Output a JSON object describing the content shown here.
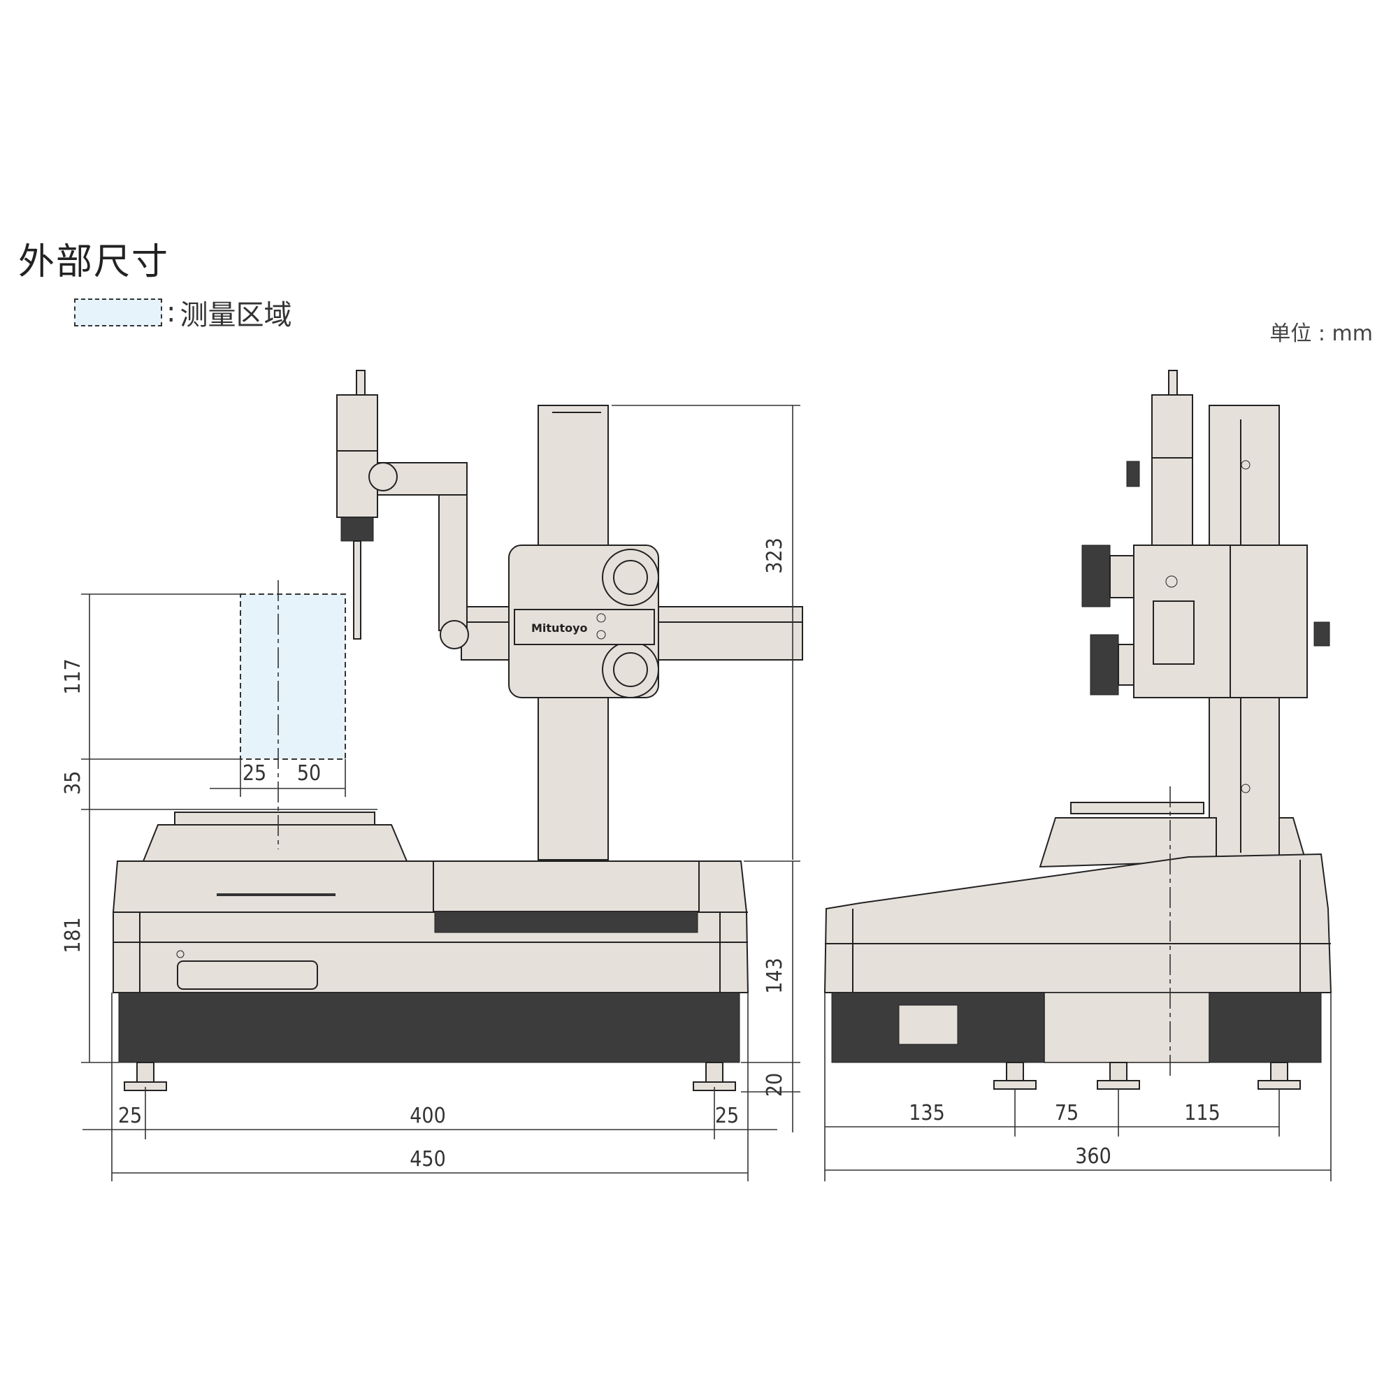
{
  "title": "外部尺寸",
  "legend": {
    "separator": ":",
    "label": "测量区域"
  },
  "unit_label": "单位 : mm",
  "colors": {
    "body": "#e6e0db",
    "measure_area": "#e6f3fa",
    "line": "#222222"
  },
  "front_view": {
    "brand_text": "Mitutoyo",
    "dims": {
      "overall_height_upper": "323",
      "base_height": "143",
      "foot_height": "20",
      "measure_height": "117",
      "measure_gap": "35",
      "table_height": "181",
      "measure_offset": "25",
      "measure_width": "50",
      "left_margin": "25",
      "foot_span": "400",
      "right_margin": "25",
      "total_width": "450"
    }
  },
  "side_view": {
    "dims": {
      "seg1": "135",
      "seg2": "75",
      "seg3": "115",
      "total_depth": "360"
    }
  }
}
